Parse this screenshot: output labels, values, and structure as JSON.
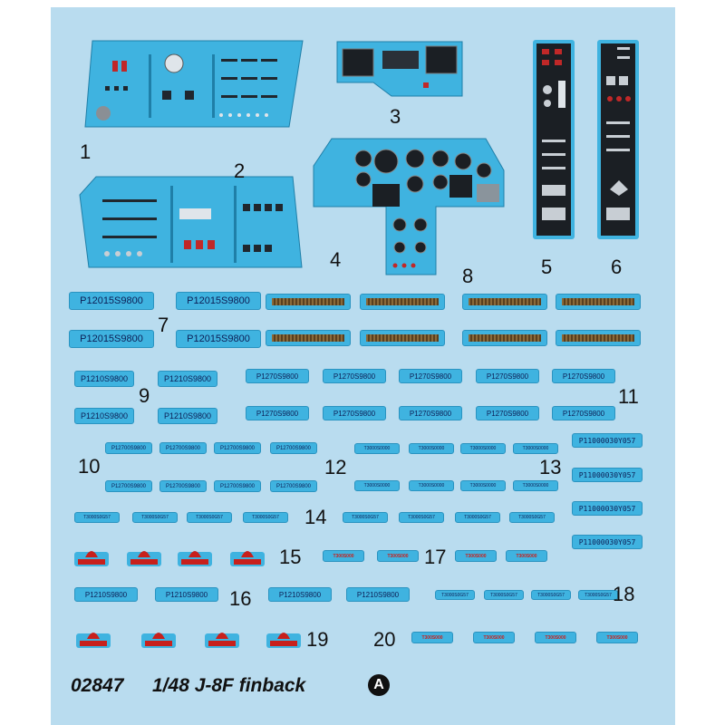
{
  "numbers": [
    "1",
    "2",
    "3",
    "4",
    "5",
    "6",
    "7",
    "8",
    "9",
    "10",
    "11",
    "12",
    "13",
    "14",
    "15",
    "16",
    "17",
    "18",
    "19",
    "20"
  ],
  "codes": {
    "p7": "P12015S9800",
    "p9": "P1210S9800",
    "p11": "P1270S9800",
    "p10": "P12700S9800",
    "p12": "T3000S0000",
    "p13": "P11000030Y057",
    "p14": "T3000S0G57",
    "p16": "P1210S9800",
    "p17": "T300S000",
    "p18": "T3000S0G57",
    "p20": "T300S000"
  },
  "footer": {
    "kit_number": "02847",
    "title": "1/48 J-8F finback",
    "sheet_letter": "A"
  },
  "colors": {
    "sheet": "#b9dcef",
    "decal": "#3fb3e0",
    "panel_dark": "#1b1f24",
    "wood": "#6b4f2a",
    "text_code": "#0c1e55",
    "red": "#c8201c"
  }
}
